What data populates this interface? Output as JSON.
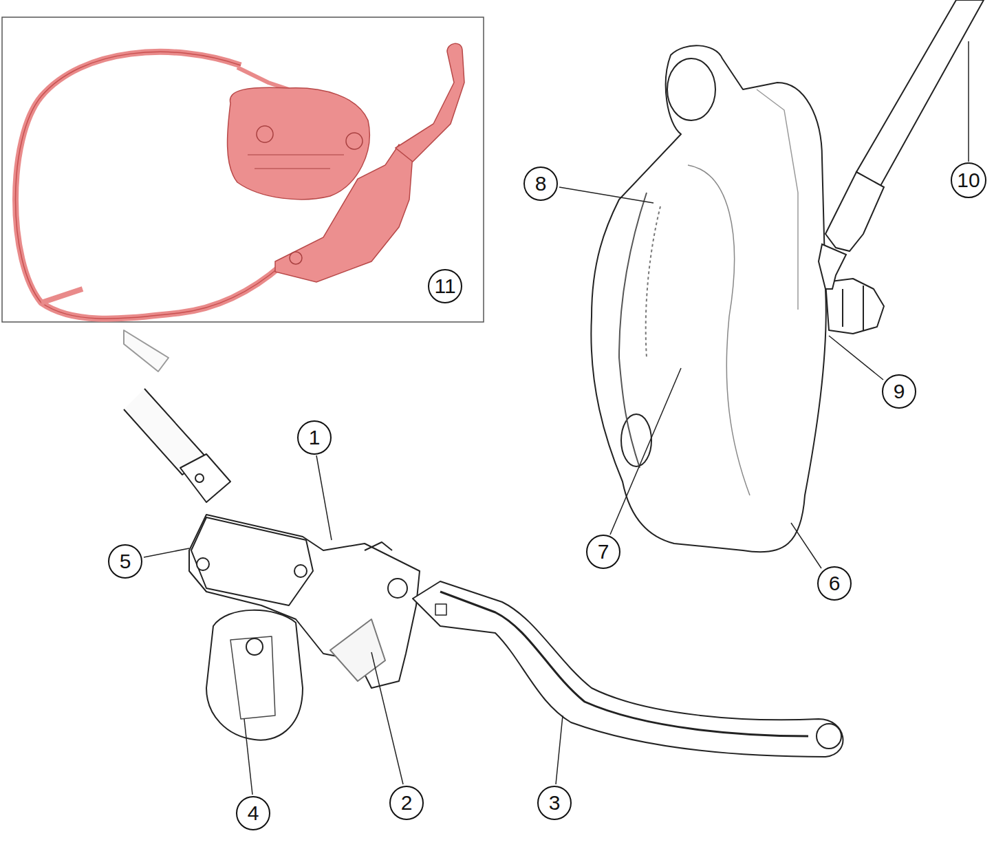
{
  "diagram": {
    "labels": [
      "11",
      "10",
      "8",
      "9",
      "1",
      "5",
      "7",
      "6",
      "4",
      "2",
      "3"
    ]
  }
}
